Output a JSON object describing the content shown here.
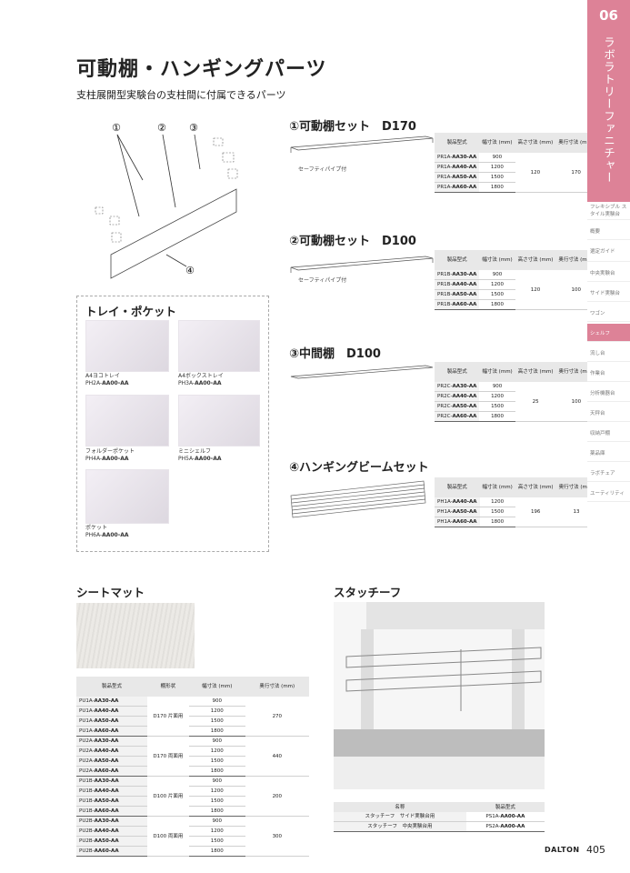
{
  "page": {
    "title": "可動棚・ハンギングパーツ",
    "subtitle": "支柱展開型実験台の支柱間に付属できるパーツ",
    "page_number": "405",
    "brand": "DALTON"
  },
  "sidebar": {
    "number": "06",
    "category": "ラボラトリーファニチャー",
    "items": [
      "フレキシブル スタイル実験台",
      "概要",
      "選定ガイド",
      "中央実験台",
      "サイド実験台",
      "ワゴン",
      "シェルフ",
      "流し台",
      "作業台",
      "分析機器台",
      "天秤台",
      "収納戸棚",
      "薬品庫",
      "ラボチェア",
      "ユーティリティ"
    ],
    "active_index": 6,
    "accent_color": "#dd8297"
  },
  "diagram": {
    "callouts": [
      "①",
      "②",
      "③",
      "④"
    ]
  },
  "headers": {
    "model": "製品型式",
    "width": "幅寸法 (mm)",
    "height": "高さ寸法 (mm)",
    "depth": "奥行寸法 (mm)",
    "shelf_shape": "棚形状",
    "name": "名称"
  },
  "sections": [
    {
      "heading": "①可動棚セット　D170",
      "note": "セーフティパイプ付",
      "rows": [
        {
          "prefix": "PR1A-",
          "suffix": "AA30-AA",
          "width": "900"
        },
        {
          "prefix": "PR1A-",
          "suffix": "AA40-AA",
          "width": "1200"
        },
        {
          "prefix": "PR1A-",
          "suffix": "AA50-AA",
          "width": "1500"
        },
        {
          "prefix": "PR1A-",
          "suffix": "AA60-AA",
          "width": "1800"
        }
      ],
      "height": "120",
      "depth": "170"
    },
    {
      "heading": "②可動棚セット　D100",
      "note": "セーフティパイプ付",
      "rows": [
        {
          "prefix": "PR1B-",
          "suffix": "AA30-AA",
          "width": "900"
        },
        {
          "prefix": "PR1B-",
          "suffix": "AA40-AA",
          "width": "1200"
        },
        {
          "prefix": "PR1B-",
          "suffix": "AA50-AA",
          "width": "1500"
        },
        {
          "prefix": "PR1B-",
          "suffix": "AA60-AA",
          "width": "1800"
        }
      ],
      "height": "120",
      "depth": "100"
    },
    {
      "heading": "③中間棚　D100",
      "note": "",
      "rows": [
        {
          "prefix": "PR2C-",
          "suffix": "AA30-AA",
          "width": "900"
        },
        {
          "prefix": "PR2C-",
          "suffix": "AA40-AA",
          "width": "1200"
        },
        {
          "prefix": "PR2C-",
          "suffix": "AA50-AA",
          "width": "1500"
        },
        {
          "prefix": "PR2C-",
          "suffix": "AA60-AA",
          "width": "1800"
        }
      ],
      "height": "25",
      "depth": "100"
    },
    {
      "heading": "④ハンギングビームセット",
      "note": "",
      "rows": [
        {
          "prefix": "PH1A-",
          "suffix": "AA40-AA",
          "width": "1200"
        },
        {
          "prefix": "PH1A-",
          "suffix": "AA50-AA",
          "width": "1500"
        },
        {
          "prefix": "PH1A-",
          "suffix": "AA60-AA",
          "width": "1800"
        }
      ],
      "height": "196",
      "depth": "13"
    }
  ],
  "tray": {
    "heading": "トレイ・ポケット",
    "items": [
      {
        "name": "A4ヨコトレイ",
        "prefix": "PH2A-",
        "suffix": "AA00-AA"
      },
      {
        "name": "A4ボックストレイ",
        "prefix": "PH3A-",
        "suffix": "AA00-AA"
      },
      {
        "name": "フォルダーポケット",
        "prefix": "PH4A-",
        "suffix": "AA00-AA"
      },
      {
        "name": "ミニシェルフ",
        "prefix": "PH5A-",
        "suffix": "AA00-AA"
      },
      {
        "name": "ポケット",
        "prefix": "PH6A-",
        "suffix": "AA00-AA"
      }
    ]
  },
  "sheet_mat": {
    "heading": "シートマット",
    "groups": [
      {
        "shape": "D170 片面用",
        "depth": "270",
        "rows": [
          {
            "prefix": "PU1A-",
            "suffix": "AA30-AA",
            "width": "900"
          },
          {
            "prefix": "PU1A-",
            "suffix": "AA40-AA",
            "width": "1200"
          },
          {
            "prefix": "PU1A-",
            "suffix": "AA50-AA",
            "width": "1500"
          },
          {
            "prefix": "PU1A-",
            "suffix": "AA60-AA",
            "width": "1800"
          }
        ]
      },
      {
        "shape": "D170 両面用",
        "depth": "440",
        "rows": [
          {
            "prefix": "PU2A-",
            "suffix": "AA30-AA",
            "width": "900"
          },
          {
            "prefix": "PU2A-",
            "suffix": "AA40-AA",
            "width": "1200"
          },
          {
            "prefix": "PU2A-",
            "suffix": "AA50-AA",
            "width": "1500"
          },
          {
            "prefix": "PU2A-",
            "suffix": "AA60-AA",
            "width": "1800"
          }
        ]
      },
      {
        "shape": "D100 片面用",
        "depth": "200",
        "rows": [
          {
            "prefix": "PU1B-",
            "suffix": "AA30-AA",
            "width": "900"
          },
          {
            "prefix": "PU1B-",
            "suffix": "AA40-AA",
            "width": "1200"
          },
          {
            "prefix": "PU1B-",
            "suffix": "AA50-AA",
            "width": "1500"
          },
          {
            "prefix": "PU1B-",
            "suffix": "AA60-AA",
            "width": "1800"
          }
        ]
      },
      {
        "shape": "D100 両面用",
        "depth": "300",
        "rows": [
          {
            "prefix": "PU2B-",
            "suffix": "AA30-AA",
            "width": "900"
          },
          {
            "prefix": "PU2B-",
            "suffix": "AA40-AA",
            "width": "1200"
          },
          {
            "prefix": "PU2B-",
            "suffix": "AA50-AA",
            "width": "1500"
          },
          {
            "prefix": "PU2B-",
            "suffix": "AA60-AA",
            "width": "1800"
          }
        ]
      }
    ]
  },
  "stacchief": {
    "heading": "スタッチーフ",
    "rows": [
      {
        "name": "スタッチーフ　サイド実験台用",
        "prefix": "PS1A-",
        "suffix": "AA00-AA"
      },
      {
        "name": "スタッチーフ　中央実験台用",
        "prefix": "PS2A-",
        "suffix": "AA00-AA"
      }
    ]
  }
}
